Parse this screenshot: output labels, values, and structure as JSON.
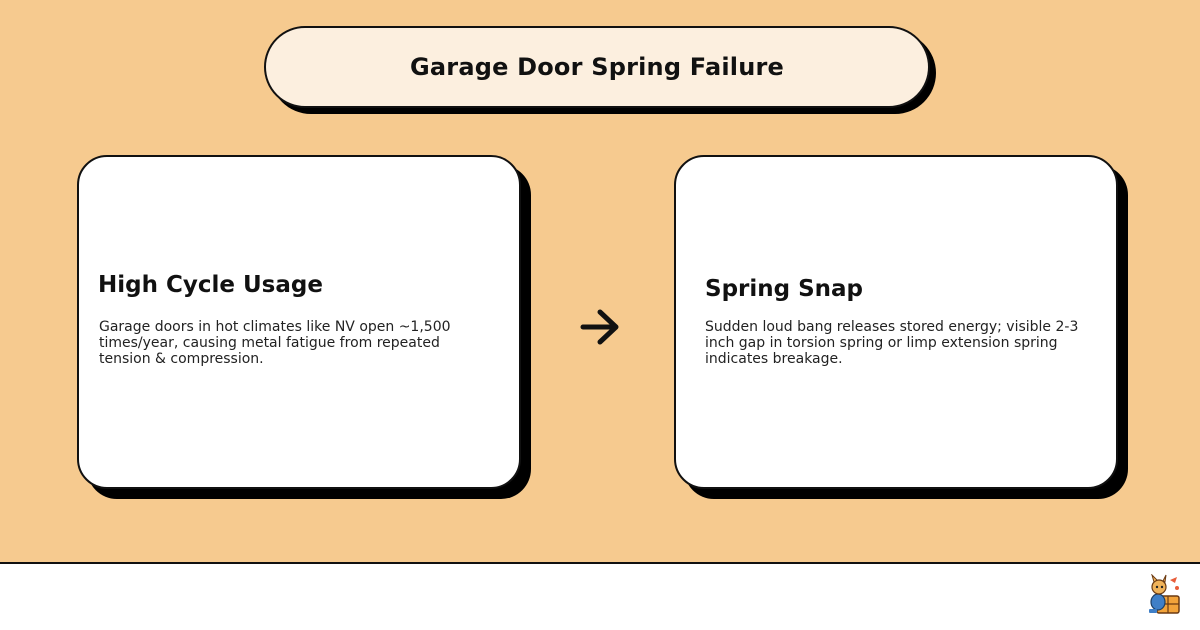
{
  "header": {
    "title": "Garage Door Spring Failure"
  },
  "cards": [
    {
      "heading": "High Cycle Usage",
      "body": "Garage doors in hot climates like NV open ~1,500 times/year, causing metal fatigue from repeated tension & compression."
    },
    {
      "heading": "Spring Snap",
      "body": "Sudden loud bang releases stored energy; visible 2-3 inch gap in torsion spring or limp extension spring indicates breakage."
    }
  ],
  "connector": {
    "icon": "arrow-right-icon"
  },
  "footer": {
    "logo_icon": "mascot-logo-icon"
  },
  "colors": {
    "background": "#f6ca8f",
    "title_pill": "#fcefdf",
    "card": "#ffffff",
    "outline": "#111111"
  }
}
